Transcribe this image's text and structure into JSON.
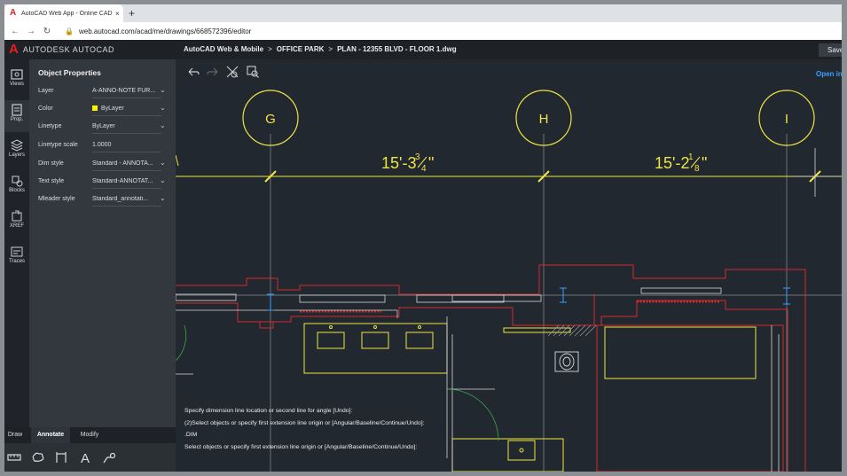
{
  "browser": {
    "tab_title": "AutoCAD Web App - Online CAD",
    "tab_close": "×",
    "new_tab": "+",
    "url": "web.autocad.com/acad/me/drawings/668572396/editor"
  },
  "header": {
    "brand": "AUTODESK AUTOCAD",
    "breadcrumb": [
      "AutoCAD Web & Mobile",
      "OFFICE PARK",
      "PLAN - 12355 BLVD - FLOOR 1.dwg"
    ],
    "separator": ">",
    "save_label": "Save",
    "open_in_label": "Open in"
  },
  "rail": {
    "items": [
      {
        "label": "Views",
        "icon": "views-icon"
      },
      {
        "label": "Prop.",
        "icon": "properties-icon"
      },
      {
        "label": "Layers",
        "icon": "layers-icon"
      },
      {
        "label": "Blocks",
        "icon": "blocks-icon"
      },
      {
        "label": "XREF",
        "icon": "xref-icon"
      },
      {
        "label": "Traces",
        "icon": "traces-icon"
      }
    ]
  },
  "properties": {
    "title": "Object Properties",
    "rows": [
      {
        "key": "Layer",
        "value": "A-ANNO-NOTE FUR..."
      },
      {
        "key": "Color",
        "value": "ByLayer",
        "swatch": "#ffee00"
      },
      {
        "key": "Linetype",
        "value": "ByLayer"
      },
      {
        "key": "Linetype scale",
        "value": "1.0000"
      },
      {
        "key": "Dim style",
        "value": "Standard - ANNOTA..."
      },
      {
        "key": "Text style",
        "value": "Standard-ANNOTAT..."
      },
      {
        "key": "Mleader style",
        "value": "Standard_annotati..."
      }
    ]
  },
  "tool_tabs": [
    "Draw",
    "Annotate",
    "Modify"
  ],
  "tool_icons": [
    "linear-dimension-icon",
    "revision-cloud-icon",
    "dimension-icon",
    "text-icon",
    "leader-icon"
  ],
  "canvas_tools": [
    "undo-icon",
    "redo-icon",
    "trim-icon",
    "zoom-window-icon"
  ],
  "drawing": {
    "grid_bubbles": [
      "G",
      "H",
      "I"
    ],
    "dimensions": [
      {
        "whole": "15'-3",
        "num": "3",
        "den": "4",
        "suffix": "\""
      },
      {
        "whole": "15'-2",
        "num": "1",
        "den": "8",
        "suffix": "\""
      }
    ]
  },
  "command_log": [
    "Specify dimension line location or second line for angle [Undo]:",
    "(2)Select objects or specify first extension line origin or [Angular/Baseline/Continue/Undo]:",
    ".DIM",
    "Select objects or specify first extension line origin or [Angular/Baseline/Continue/Undo]:"
  ],
  "colors": {
    "yellow": "#f0e442",
    "red": "#d22d2d",
    "white": "#d9d9d9",
    "accent": "#3aa0ff",
    "brand": "#e01f27"
  }
}
